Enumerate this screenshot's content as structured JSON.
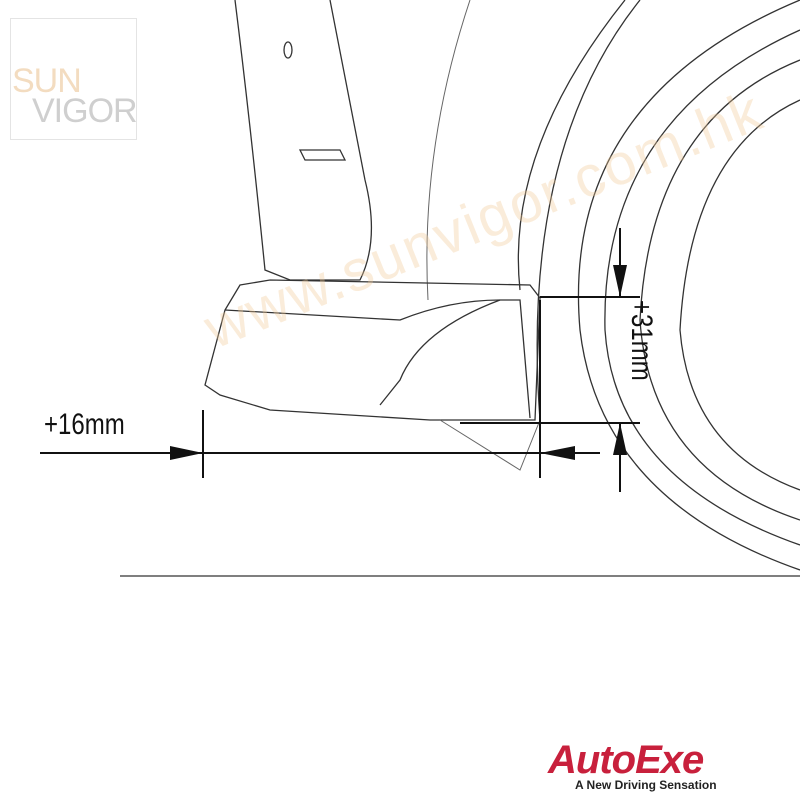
{
  "watermark": {
    "line1": "SUN",
    "line2": "VIGOR",
    "diagonal": "www.sunvigor.com.hk"
  },
  "dimensions": {
    "horizontal": "+16mm",
    "vertical": "+31mm"
  },
  "brand": {
    "name": "AutoExe",
    "tagline": "A New Driving Sensation",
    "color": "#c8203c"
  }
}
